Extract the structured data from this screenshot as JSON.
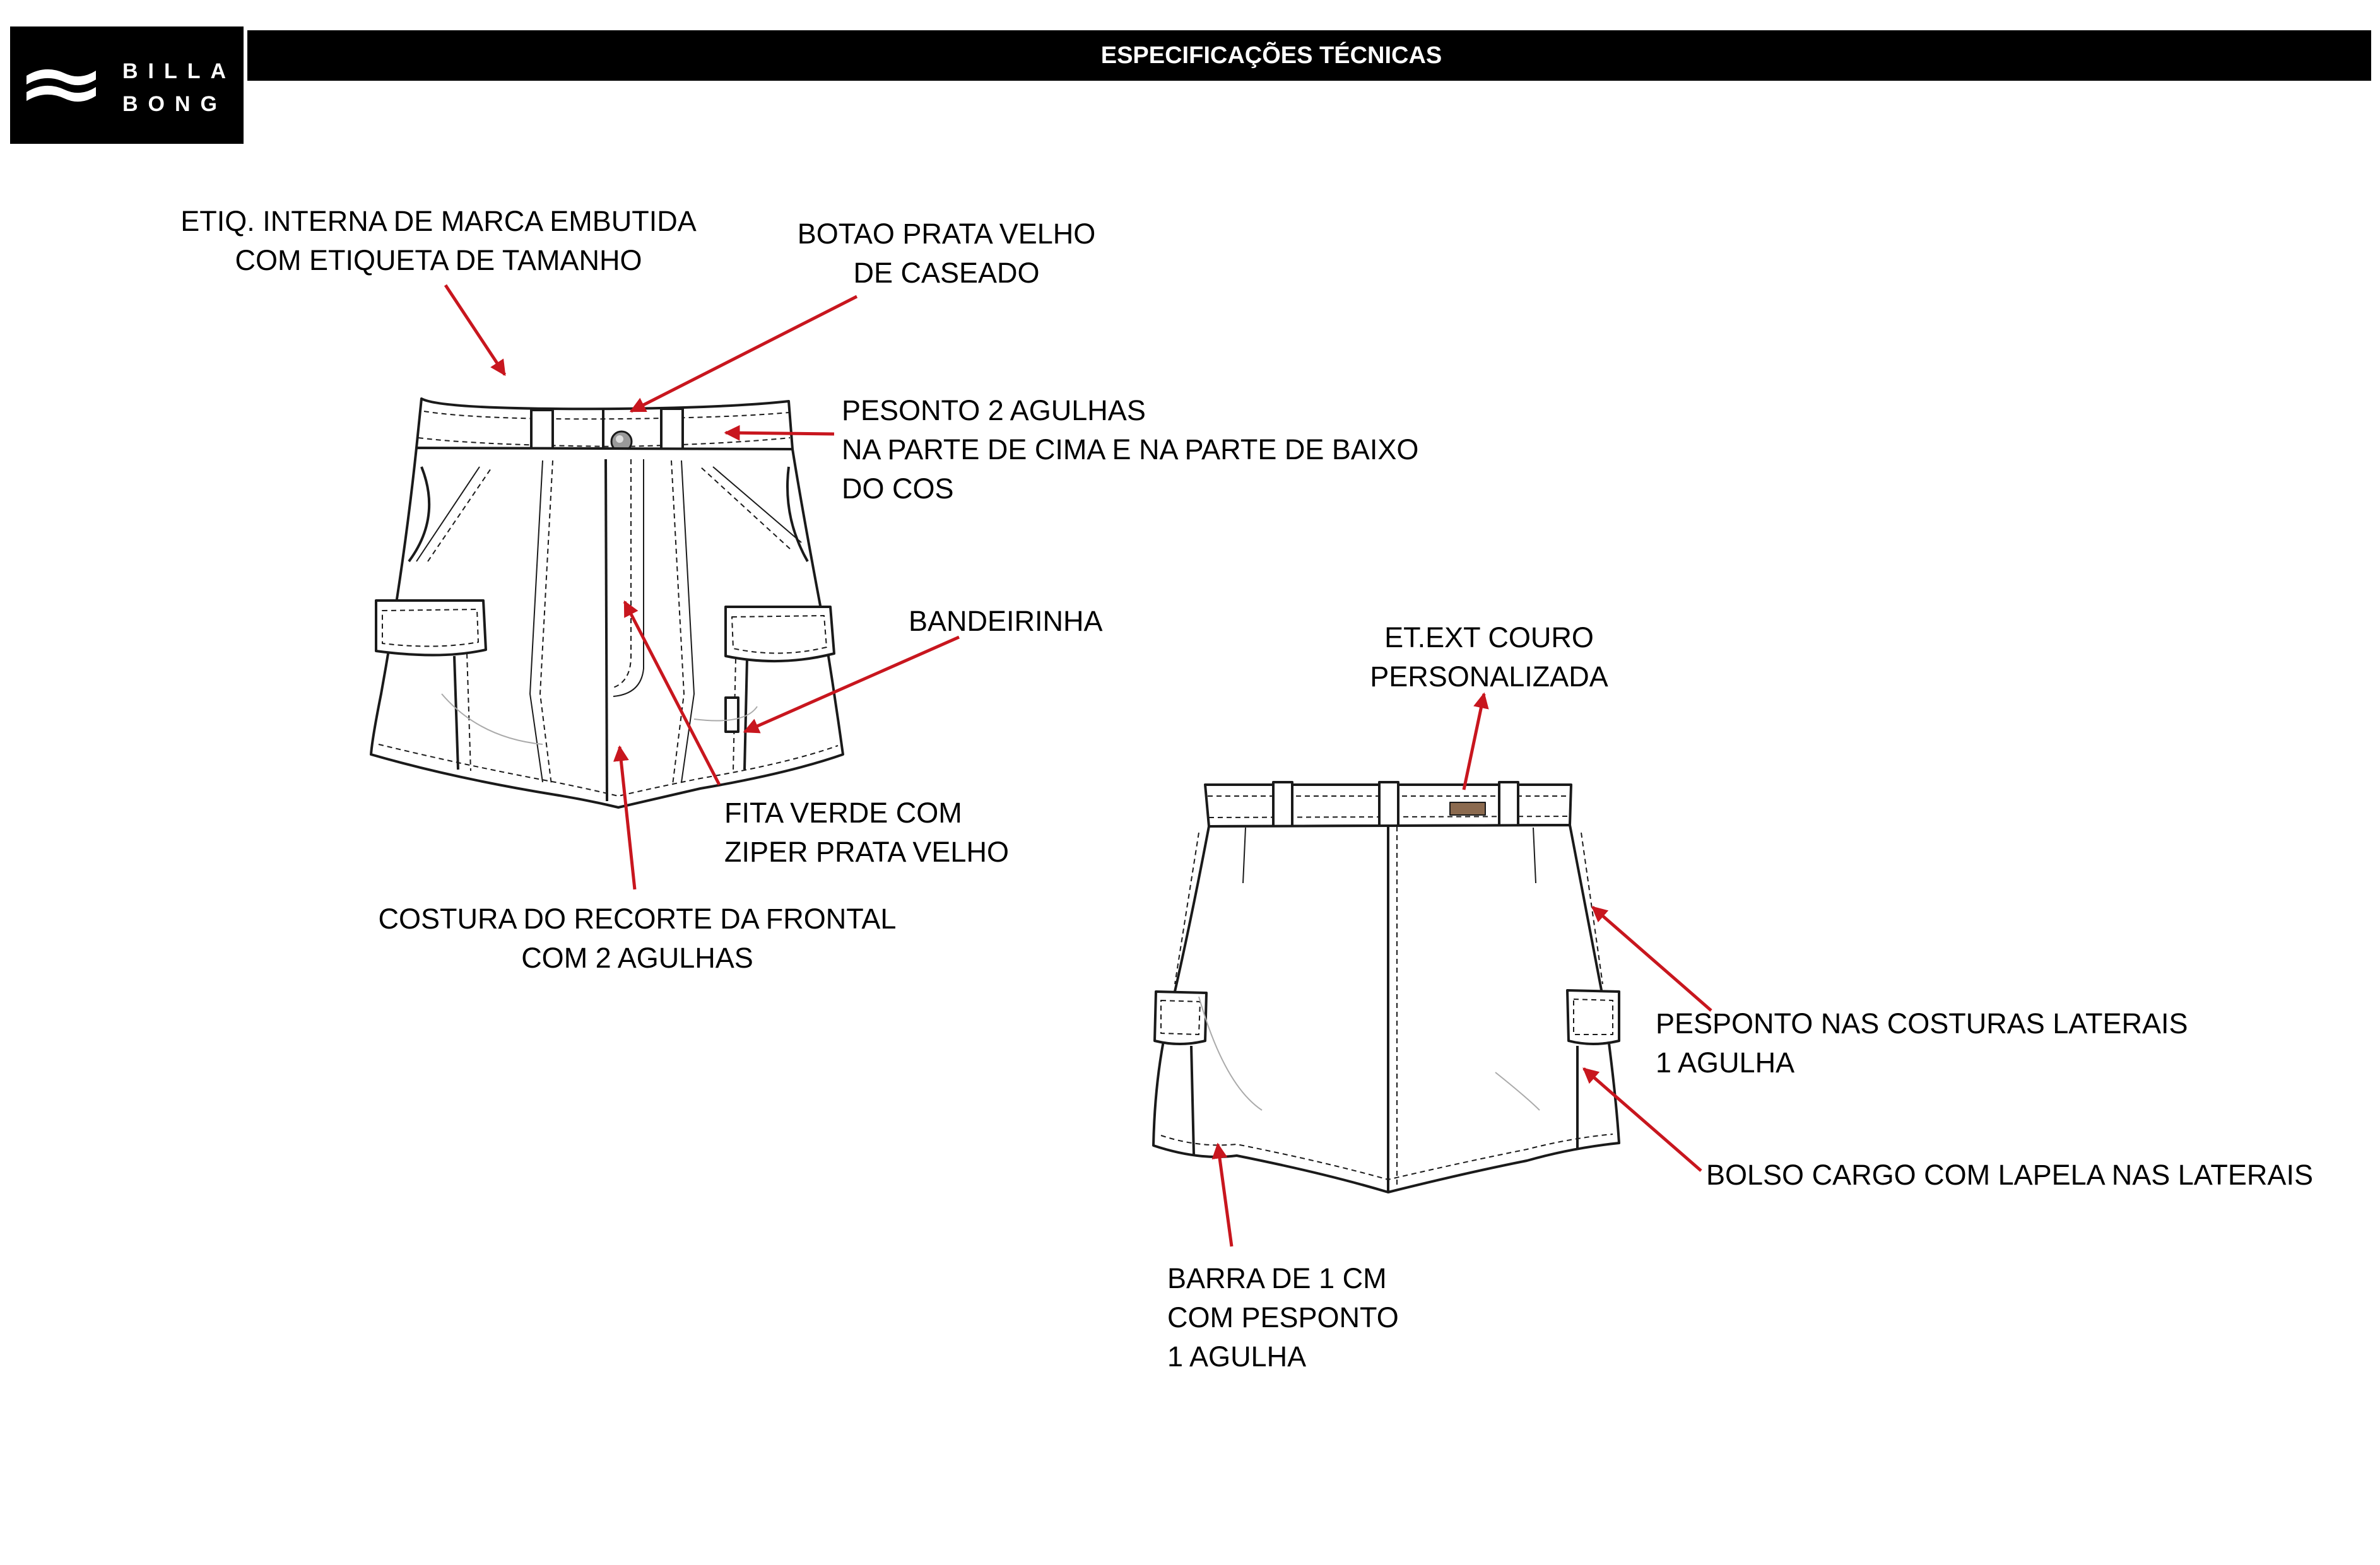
{
  "brand": {
    "line1": "BILLA",
    "line2": "BONG"
  },
  "header": {
    "title": "ESPECIFICAÇÕES TÉCNICAS"
  },
  "colors": {
    "arrow": "#c8161e",
    "outline": "#1a1a1a",
    "background": "#ffffff"
  },
  "annotations": {
    "etiq_interna": [
      "ETIQ. INTERNA DE MARCA EMBUTIDA",
      "COM ETIQUETA DE TAMANHO"
    ],
    "botao": [
      "BOTAO PRATA VELHO",
      "DE CASEADO"
    ],
    "pesonto": [
      "PESONTO 2 AGULHAS",
      "NA PARTE DE CIMA E NA PARTE DE BAIXO",
      "DO COS"
    ],
    "bandeirinha": [
      "BANDEIRINHA"
    ],
    "fita_verde": [
      "FITA VERDE COM",
      "ZIPER PRATA VELHO"
    ],
    "costura": [
      "COSTURA DO RECORTE DA FRONTAL",
      "COM 2 AGULHAS"
    ],
    "etext": [
      "ET.EXT COURO",
      "PERSONALIZADA"
    ],
    "pesponto_laterais": [
      "PESPONTO NAS COSTURAS LATERAIS",
      "1 AGULHA"
    ],
    "bolso": [
      "BOLSO CARGO COM LAPELA NAS LATERAIS"
    ],
    "barra": [
      "BARRA DE 1 CM",
      "COM PESPONTO",
      "1 AGULHA"
    ]
  }
}
